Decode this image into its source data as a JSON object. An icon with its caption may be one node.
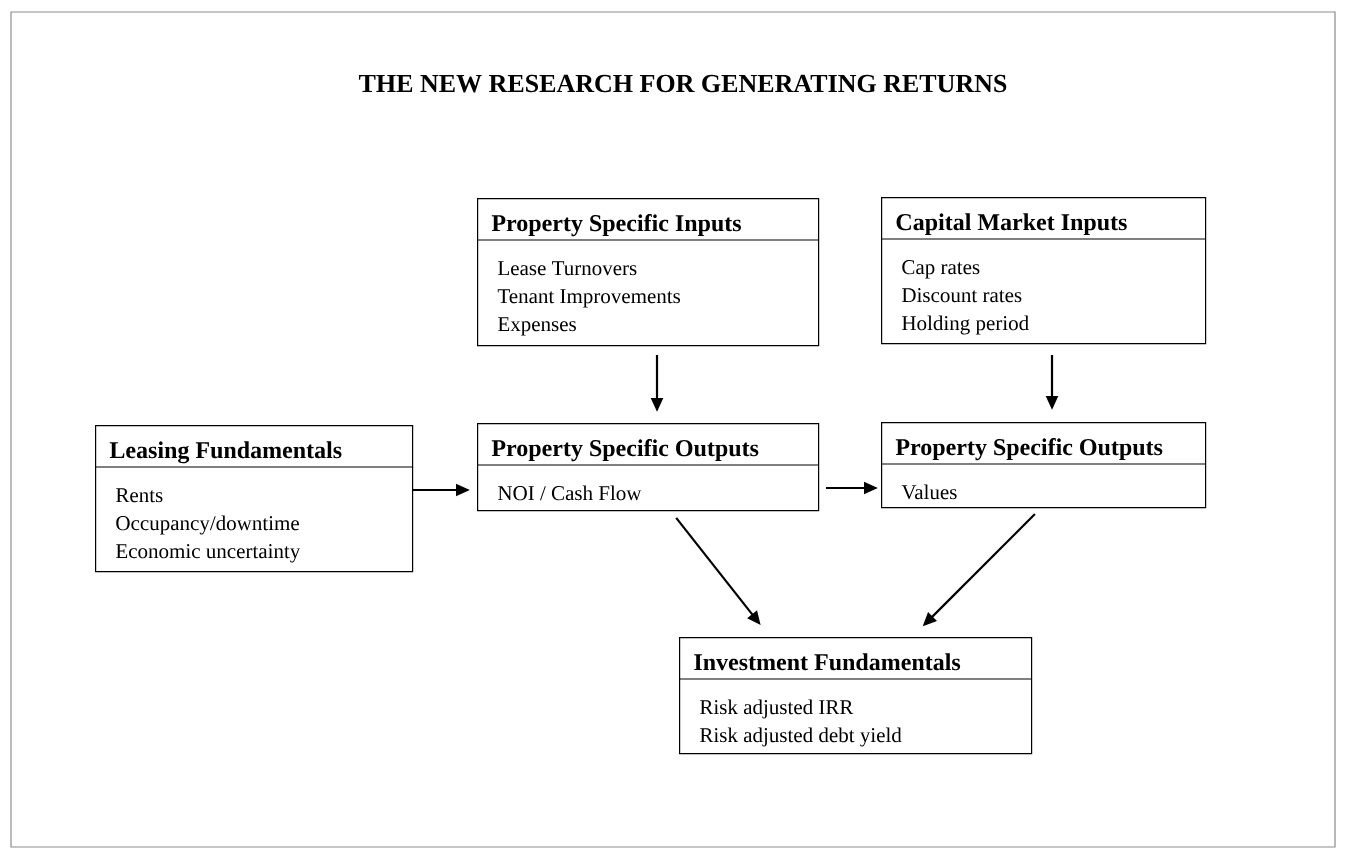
{
  "diagram": {
    "title": "THE NEW RESEARCH FOR GENERATING RETURNS",
    "nodes": [
      {
        "text": [
          "Property Specific Inputs",
          "Lease Turnovers",
          "Tenant Improvements",
          "Expenses"
        ]
      },
      {
        "text": [
          "Capital Market Inputs",
          "Cap rates",
          "Discount rates",
          "Holding period"
        ]
      },
      {
        "text": [
          "Leasing Fundamentals",
          "Rents",
          "Occupancy/downtime",
          "Economic uncertainty"
        ]
      },
      {
        "text": [
          "Property Specific Outputs",
          "NOI / Cash Flow"
        ]
      },
      {
        "text": [
          "Property Specific Outputs",
          "Values"
        ]
      },
      {
        "text": [
          "Investment Fundamentals",
          "Risk adjusted IRR",
          "Risk adjusted debt yield"
        ]
      }
    ],
    "edges": [
      {
        "from": 0,
        "to": 3,
        "arrow": "to"
      },
      {
        "from": 1,
        "to": 4,
        "arrow": "to"
      },
      {
        "from": 2,
        "to": 3,
        "arrow": "to"
      },
      {
        "from": 3,
        "to": 4,
        "arrow": "to"
      },
      {
        "from": 3,
        "to": 5,
        "arrow": "to"
      },
      {
        "from": 4,
        "to": 5,
        "arrow": "to"
      }
    ]
  }
}
